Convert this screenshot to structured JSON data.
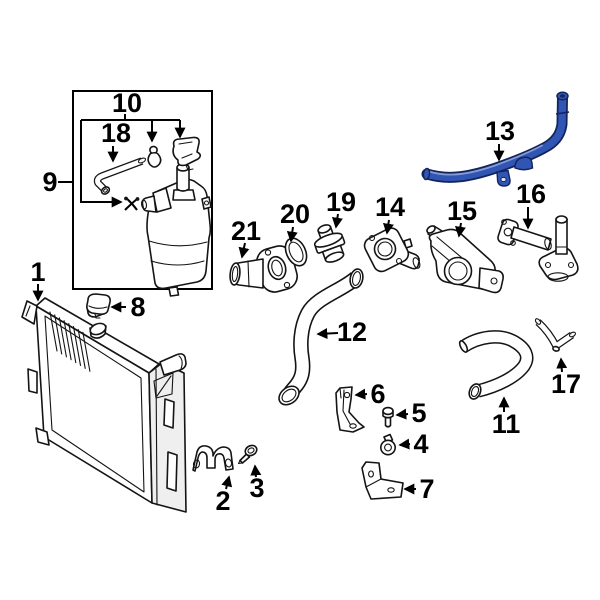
{
  "diagram": {
    "kind": "exploded-parts-diagram",
    "subject": "Engine cooling system: radiator, reservoir, hoses and water outlets",
    "background_color": "#ffffff",
    "line_color": "#141414",
    "highlighted_part": "13",
    "highlight_fill": "#3055b2",
    "highlight_stroke": "#13235c",
    "highlight_light": "#8fa3dc",
    "callouts": {
      "p1": "1",
      "p2": "2",
      "p3": "3",
      "p4": "4",
      "p5": "5",
      "p6": "6",
      "p7": "7",
      "p8": "8",
      "p9": "9",
      "p10": "10",
      "p11": "11",
      "p12": "12",
      "p13": "13",
      "p14": "14",
      "p15": "15",
      "p16": "16",
      "p17": "17",
      "p18": "18",
      "p19": "19",
      "p20": "20",
      "p21": "21"
    }
  }
}
